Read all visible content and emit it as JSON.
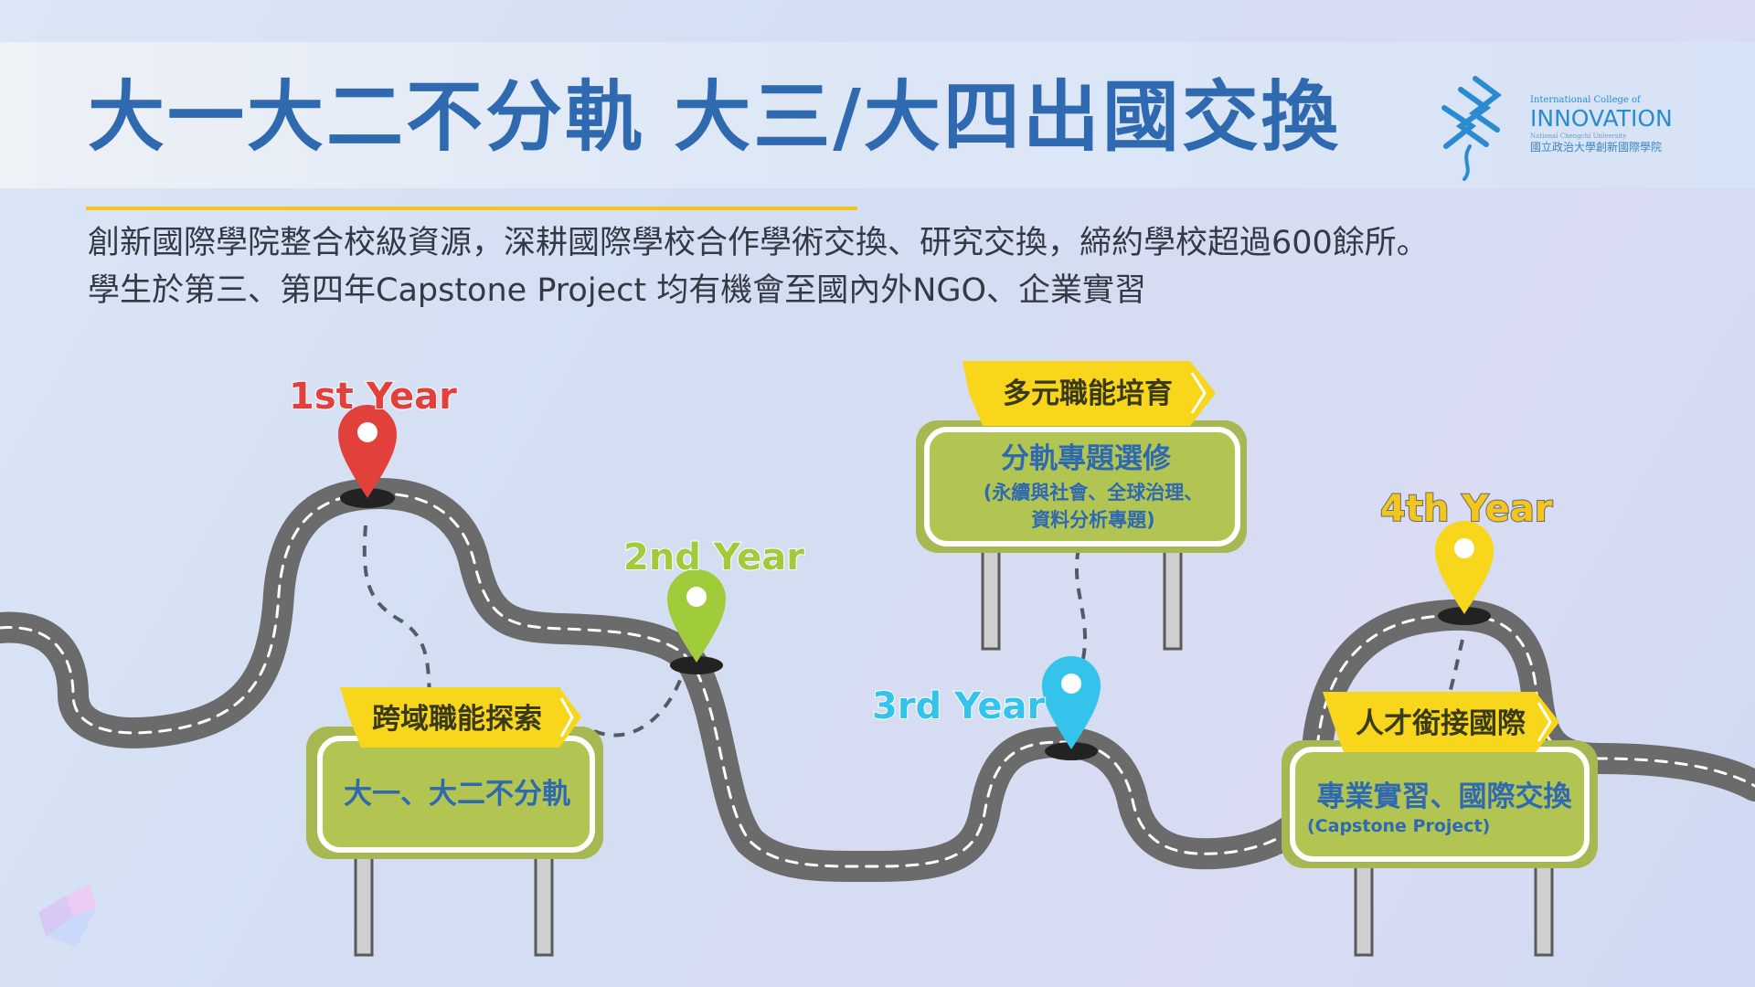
{
  "title": "大一大二不分軌  大三/大四出國交換",
  "logo": {
    "line1": "International College of",
    "line2": "INNOVATION",
    "line3": "National Chengchi University",
    "line4": "國立政治大學創新國際學院"
  },
  "description": {
    "line1": "創新國際學院整合校級資源，深耕國際學校合作學術交換、研究交換，締約學校超過600餘所。",
    "line2": "學生於第三、第四年Capstone Project 均有機會至國內外NGO、企業實習"
  },
  "colors": {
    "title": "#2f69b0",
    "accent_line": "#f2c61c",
    "road": "#6b6b6b",
    "sign_fill": "#b2c553",
    "flag": "#f7d61b",
    "pin_year1": "#e2413b",
    "pin_year2": "#a0cb3b",
    "pin_year3": "#34c3ea",
    "pin_year4": "#f7d61b"
  },
  "milestones": [
    {
      "year": "1st Year",
      "pin_icon": "map-pin-icon",
      "flag": "跨域職能探索",
      "sign": "大一、大二不分軌"
    },
    {
      "year": "2nd Year",
      "pin_icon": "map-pin-icon"
    },
    {
      "year": "3rd Year",
      "pin_icon": "map-pin-icon",
      "flag": "多元職能培育",
      "sign": "分軌專題選修",
      "sign_sub1": "(永續與社會、全球治理、",
      "sign_sub2": "資料分析專題)"
    },
    {
      "year": "4th Year",
      "pin_icon": "map-pin-icon",
      "flag": "人才銜接國際",
      "sign": "專業實習、國際交換",
      "sign_sub1": "(Capstone Project)"
    }
  ]
}
